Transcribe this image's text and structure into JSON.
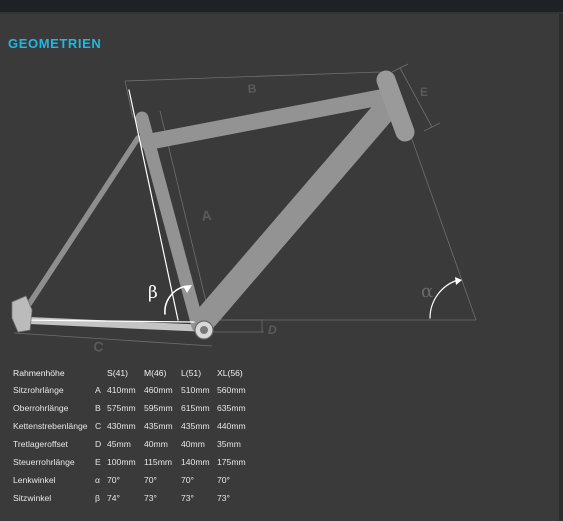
{
  "page": {
    "title": "GEOMETRIEN"
  },
  "diagram": {
    "labels": {
      "a": "A",
      "b": "B",
      "c": "C",
      "d": "D",
      "e": "E",
      "alpha": "α",
      "beta": "β"
    }
  },
  "table": {
    "header": {
      "name": "Rahmenhöhe",
      "s": "S(41)",
      "m": "M(46)",
      "l": "L(51)",
      "xl": "XL(56)"
    },
    "rows": [
      {
        "name": "Sitzrohrlänge",
        "code": "A",
        "s": "410mm",
        "m": "460mm",
        "l": "510mm",
        "xl": "560mm"
      },
      {
        "name": "Oberrohrlänge",
        "code": "B",
        "s": "575mm",
        "m": "595mm",
        "l": "615mm",
        "xl": "635mm"
      },
      {
        "name": "Kettenstrebenlänge",
        "code": "C",
        "s": "430mm",
        "m": "435mm",
        "l": "435mm",
        "xl": "440mm"
      },
      {
        "name": "Tretlageroffset",
        "code": "D",
        "s": "45mm",
        "m": "40mm",
        "l": "40mm",
        "xl": "35mm"
      },
      {
        "name": "Steuerrohrlänge",
        "code": "E",
        "s": "100mm",
        "m": "115mm",
        "l": "140mm",
        "xl": "175mm"
      },
      {
        "name": "Lenkwinkel",
        "code": "α",
        "s": "70°",
        "m": "70°",
        "l": "70°",
        "xl": "70°"
      },
      {
        "name": "Sitzwinkel",
        "code": "β",
        "s": "74°",
        "m": "73°",
        "l": "73°",
        "xl": "73°"
      }
    ]
  }
}
